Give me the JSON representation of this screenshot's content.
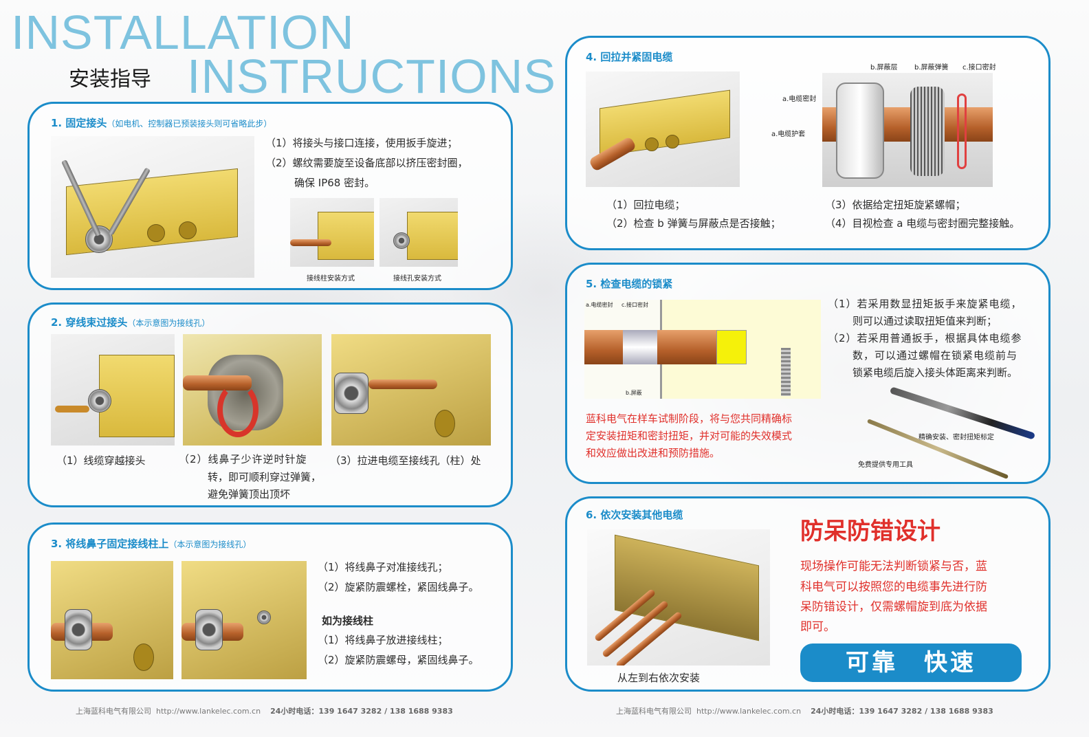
{
  "header": {
    "title_line1": "INSTALLATION",
    "title_line2": "INSTRUCTIONS",
    "title_cn": "安装指导"
  },
  "steps": [
    {
      "number": "1.",
      "title": "固定接头",
      "subtitle": "（如电机、控制器已预装接头则可省略此步）",
      "items": [
        "（1）将接头与接口连接，使用扳手旋进；",
        "（2）螺纹需要旋至设备底部以挤压密封圈，",
        "确保 IP68 密封。"
      ],
      "image_captions": [
        "接线柱安装方式",
        "接线孔安装方式"
      ]
    },
    {
      "number": "2.",
      "title": "穿线束过接头",
      "subtitle": "（本示意图为接线孔）",
      "captions": [
        "（1）线缆穿越接头",
        "（2）线鼻子少许逆时针旋",
        "转，即可顺利穿过弹簧，",
        "避免弹簧顶出顶坏",
        "（3）拉进电缆至接线孔（柱）处"
      ]
    },
    {
      "number": "3.",
      "title": "将线鼻子固定接线柱上",
      "subtitle": "（本示意图为接线孔）",
      "items": [
        "（1）将线鼻子对准接线孔；",
        "（2）旋紧防震螺栓，紧固线鼻子。"
      ],
      "alt_heading": "如为接线柱",
      "alt_items": [
        "（1）将线鼻子放进接线柱；",
        "（2）旋紧防震螺母，紧固线鼻子。"
      ]
    },
    {
      "number": "4.",
      "title": "回拉并紧固电缆",
      "diagram_labels": [
        "b.屏蔽层",
        "b.屏蔽弹簧",
        "c.接口密封",
        "a.电缆密封",
        "a.电缆护套"
      ],
      "items_left": [
        "（1）回拉电缆；",
        "（2）检查 b 弹簧与屏蔽点是否接触；"
      ],
      "items_right": [
        "（3）依据给定扭矩旋紧螺帽；",
        "（4）目视检查 a 电缆与密封圈完整接触。"
      ]
    },
    {
      "number": "5.",
      "title": "检查电缆的锁紧",
      "diagram_labels": [
        "a.电缆密封",
        "c.接口密封",
        "b.屏蔽"
      ],
      "items": [
        "（1）若采用数显扭矩扳手来旋紧电缆，",
        "则可以通过读取扭矩值来判断；",
        "（2）若采用普通扳手，根据具体电缆参",
        "数，可以通过螺帽在锁紧电缆前与",
        "锁紧电缆后旋入接头体距离来判断。"
      ],
      "note_red": [
        "蓝科电气在样车试制阶段，将与您共同精确标",
        "定安装扭矩和密封扭矩，并对可能的失效模式",
        "和效应做出改进和预防措施。"
      ],
      "tool_captions": [
        "精确安装、密封扭矩标定",
        "免费提供专用工具"
      ]
    },
    {
      "number": "6.",
      "title": "依次安装其他电缆",
      "image_caption": "从左到右依次安装",
      "feature_title": "防呆防错设计",
      "feature_text": [
        "现场操作可能无法判断锁紧与否，蓝",
        "科电气可以按照您的电缆事先进行防",
        "呆防错设计，仅需螺帽旋到底为依据",
        "即可。"
      ],
      "badge": "可靠　快速"
    }
  ],
  "footer": {
    "company": "上海蓝科电气有限公司",
    "url": "http://www.lankelec.com.cn",
    "hotline": "24小时电话：139 1647 3282 / 138 1688 9383"
  },
  "colors": {
    "accent_blue": "#1b8cc9",
    "title_blue": "#7ec3df",
    "warning_red": "#e0302b"
  }
}
